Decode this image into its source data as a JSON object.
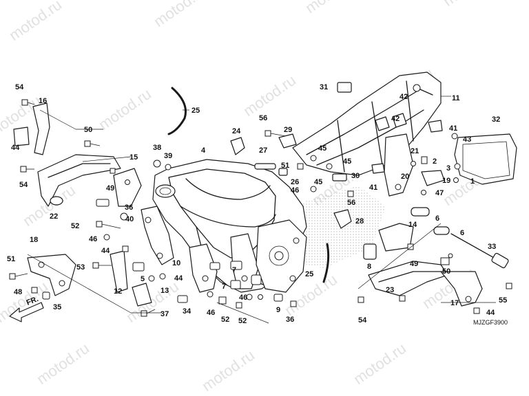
{
  "watermark": "motod.ru",
  "diagram_code": "MJZGF3900",
  "direction_label": "FR.",
  "part_labels": [
    {
      "id": "p54a",
      "text": "54"
    },
    {
      "id": "p16",
      "text": "16"
    },
    {
      "id": "p44a",
      "text": "44"
    },
    {
      "id": "p54b",
      "text": "54"
    },
    {
      "id": "p50a",
      "text": "50"
    },
    {
      "id": "p15",
      "text": "15"
    },
    {
      "id": "p49a",
      "text": "49"
    },
    {
      "id": "p36a",
      "text": "36"
    },
    {
      "id": "p22",
      "text": "22"
    },
    {
      "id": "p38",
      "text": "38"
    },
    {
      "id": "p39",
      "text": "39"
    },
    {
      "id": "p40",
      "text": "40"
    },
    {
      "id": "p25a",
      "text": "25"
    },
    {
      "id": "p4",
      "text": "4"
    },
    {
      "id": "p24",
      "text": "24"
    },
    {
      "id": "p56a",
      "text": "56"
    },
    {
      "id": "p29",
      "text": "29"
    },
    {
      "id": "p27",
      "text": "27"
    },
    {
      "id": "p51b",
      "text": "51"
    },
    {
      "id": "p45a",
      "text": "45"
    },
    {
      "id": "p26",
      "text": "26"
    },
    {
      "id": "p46a",
      "text": "46"
    },
    {
      "id": "p45b",
      "text": "45"
    },
    {
      "id": "p30",
      "text": "30"
    },
    {
      "id": "p56b",
      "text": "56"
    },
    {
      "id": "p31",
      "text": "31"
    },
    {
      "id": "p42a",
      "text": "42"
    },
    {
      "id": "p11",
      "text": "11"
    },
    {
      "id": "p42b",
      "text": "42"
    },
    {
      "id": "p41a",
      "text": "41"
    },
    {
      "id": "p41b",
      "text": "41"
    },
    {
      "id": "p45c",
      "text": "45"
    },
    {
      "id": "p21",
      "text": "21"
    },
    {
      "id": "p2",
      "text": "2"
    },
    {
      "id": "p20",
      "text": "20"
    },
    {
      "id": "p19",
      "text": "19"
    },
    {
      "id": "p47",
      "text": "47"
    },
    {
      "id": "p32",
      "text": "32"
    },
    {
      "id": "p43",
      "text": "43"
    },
    {
      "id": "p3",
      "text": "3"
    },
    {
      "id": "p1",
      "text": "1"
    },
    {
      "id": "p52a",
      "text": "52"
    },
    {
      "id": "p46b",
      "text": "46"
    },
    {
      "id": "p10",
      "text": "10"
    },
    {
      "id": "p28",
      "text": "28"
    },
    {
      "id": "p14",
      "text": "14"
    },
    {
      "id": "p6a",
      "text": "6"
    },
    {
      "id": "p6b",
      "text": "6"
    },
    {
      "id": "p18",
      "text": "18"
    },
    {
      "id": "p51a",
      "text": "51"
    },
    {
      "id": "p44b",
      "text": "44"
    },
    {
      "id": "p53",
      "text": "53"
    },
    {
      "id": "p12",
      "text": "12"
    },
    {
      "id": "p5",
      "text": "5"
    },
    {
      "id": "p44c",
      "text": "44"
    },
    {
      "id": "p13",
      "text": "13"
    },
    {
      "id": "p48",
      "text": "48"
    },
    {
      "id": "p35",
      "text": "35"
    },
    {
      "id": "p37",
      "text": "37"
    },
    {
      "id": "p34",
      "text": "34"
    },
    {
      "id": "p46c",
      "text": "46"
    },
    {
      "id": "p52b",
      "text": "52"
    },
    {
      "id": "p7a",
      "text": "7"
    },
    {
      "id": "p7b",
      "text": "7"
    },
    {
      "id": "p46d",
      "text": "46"
    },
    {
      "id": "p52c",
      "text": "52"
    },
    {
      "id": "p9",
      "text": "9"
    },
    {
      "id": "p36b",
      "text": "36"
    },
    {
      "id": "p25b",
      "text": "25"
    },
    {
      "id": "p8",
      "text": "8"
    },
    {
      "id": "p49b",
      "text": "49"
    },
    {
      "id": "p50b",
      "text": "50"
    },
    {
      "id": "p23",
      "text": "23"
    },
    {
      "id": "p54c",
      "text": "54"
    },
    {
      "id": "p33",
      "text": "33"
    },
    {
      "id": "p17",
      "text": "17"
    },
    {
      "id": "p44d",
      "text": "44"
    },
    {
      "id": "p55",
      "text": "55"
    }
  ]
}
